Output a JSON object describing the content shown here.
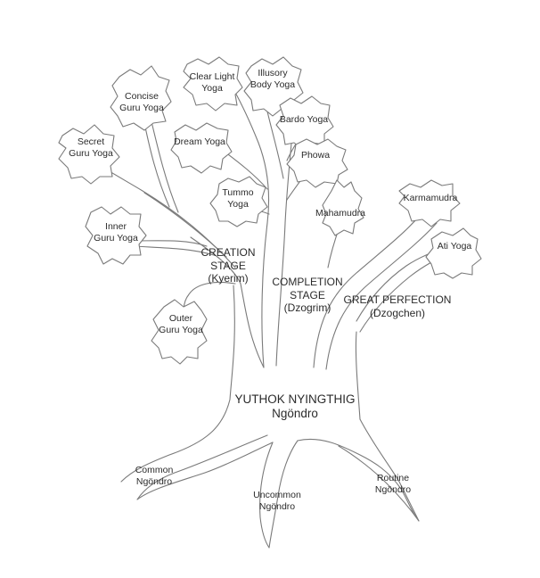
{
  "trunk": {
    "line1": "YUTHOK NYINGTHIG",
    "line2": "Ngöndro"
  },
  "branches": {
    "creation": {
      "line1": "CREATION",
      "line2": "STAGE",
      "line3": "(Kyerim)"
    },
    "completion": {
      "line1": "COMPLETION",
      "line2": "STAGE",
      "line3": "(Dzogrim)"
    },
    "perfection": {
      "line1": "GREAT PERFECTION",
      "line2": "(Dzogchen)"
    }
  },
  "leaves": {
    "concise": {
      "line1": "Concise",
      "line2": "Guru Yoga"
    },
    "secret": {
      "line1": "Secret",
      "line2": "Guru Yoga"
    },
    "inner": {
      "line1": "Inner",
      "line2": "Guru Yoga"
    },
    "outer": {
      "line1": "Outer",
      "line2": "Guru Yoga"
    },
    "clear_light": {
      "line1": "Clear Light",
      "line2": "Yoga"
    },
    "illusory": {
      "line1": "Illusory",
      "line2": "Body Yoga"
    },
    "dream": {
      "line1": "Dream Yoga"
    },
    "bardo": {
      "line1": "Bardo Yoga"
    },
    "phowa": {
      "line1": "Phowa"
    },
    "tummo": {
      "line1": "Tummo",
      "line2": "Yoga"
    },
    "mahamudra": {
      "line1": "Mahamudra"
    },
    "karmamudra": {
      "line1": "Karmamudra"
    },
    "ati": {
      "line1": "Ati Yoga"
    }
  },
  "roots": {
    "common": {
      "line1": "Common",
      "line2": "Ngöndro"
    },
    "uncommon": {
      "line1": "Uncommon",
      "line2": "Ngöndro"
    },
    "routine": {
      "line1": "Routine",
      "line2": "Ngöndro"
    }
  }
}
